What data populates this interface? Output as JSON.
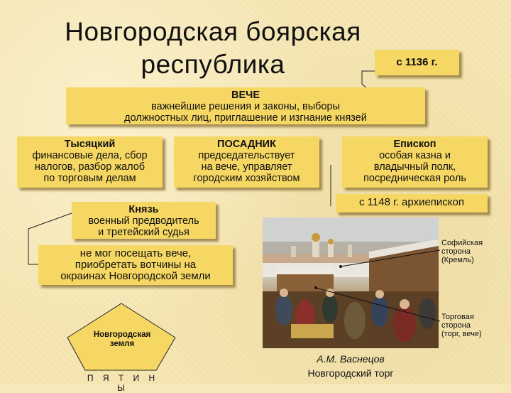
{
  "title": {
    "line1": "Новгородская боярская",
    "line2": "республика"
  },
  "year_badge": "с 1136 г.",
  "veche": {
    "heading": "ВЕЧЕ",
    "line1": "важнейшие решения и законы, выборы",
    "line2": "должностных лиц, приглашение и изгнание князей"
  },
  "tysyatsky": {
    "heading": "Тысяцкий",
    "line1": "финансовые дела, сбор",
    "line2": "налогов, разбор жалоб",
    "line3": "по торговым делам"
  },
  "posadnik": {
    "heading": "ПОСАДНИК",
    "line1": "председательствует",
    "line2": "на вече, управляет",
    "line3": "городским хозяйством"
  },
  "episkop": {
    "heading": "Епископ",
    "line1": "особая казна и",
    "line2": "владычный полк,",
    "line3": "посредническая роль"
  },
  "archbishop_note": "с 1148 г. архиепископ",
  "knyaz": {
    "heading": "Князь",
    "line1": "военный предводитель",
    "line2": "и третейский судья"
  },
  "knyaz_limits": {
    "line1": "не мог посещать вече,",
    "line2": "приобретать вотчины на",
    "line3": "окраинах Новгородской земли"
  },
  "pentagon": {
    "label_line1": "Новгородская",
    "label_line2": "земля",
    "caption": "П Я Т И Н Ы"
  },
  "painting": {
    "author": "А.М. Васнецов",
    "title": "Новгородский торг",
    "annotation_sofia": [
      "Софийская",
      "сторона",
      "(Кремль)"
    ],
    "annotation_torg": [
      "Торговая",
      "сторона",
      "(торг, вече)"
    ]
  },
  "colors": {
    "box_fill": "#f6d763",
    "background": "#f5e6b4",
    "pentagon_fill": "#f6d763"
  }
}
